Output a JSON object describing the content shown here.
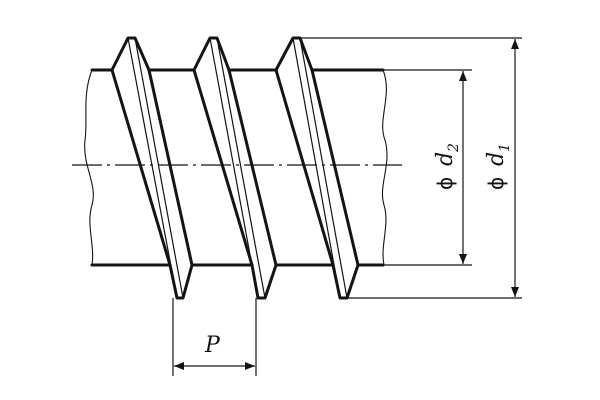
{
  "drawing": {
    "subject": "threaded-shaft",
    "labels": {
      "pitch": "P",
      "major_diameter_symbol": "ϕ",
      "major_diameter_letter": "d",
      "major_diameter_sub": "1",
      "minor_diameter_symbol": "ϕ",
      "minor_diameter_letter": "d",
      "minor_diameter_sub": "2"
    },
    "line_color": "#141414",
    "background": "#ffffff"
  }
}
